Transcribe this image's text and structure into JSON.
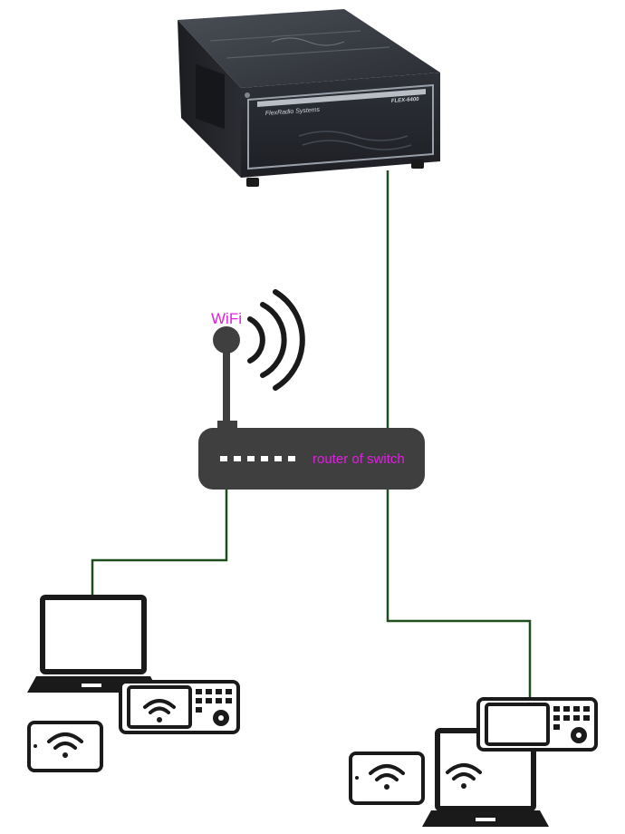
{
  "radio": {
    "brand": "FlexRadio Systems",
    "model": "FLEX-6400"
  },
  "router": {
    "label": "router of switch"
  },
  "wifi": {
    "label": "WiFi"
  },
  "colors": {
    "cable": "#1e4d1e",
    "label_magenta": "#e020e0",
    "router_body": "#3f3f3f",
    "icon_dark": "#1a1a1a",
    "radio_body": "#2c2f35"
  },
  "icons": [
    "radio-unit",
    "wifi-antenna-icon",
    "router-icon",
    "laptop-icon",
    "tablet-icon",
    "remote-console-icon",
    "wifi-signal-icon"
  ]
}
